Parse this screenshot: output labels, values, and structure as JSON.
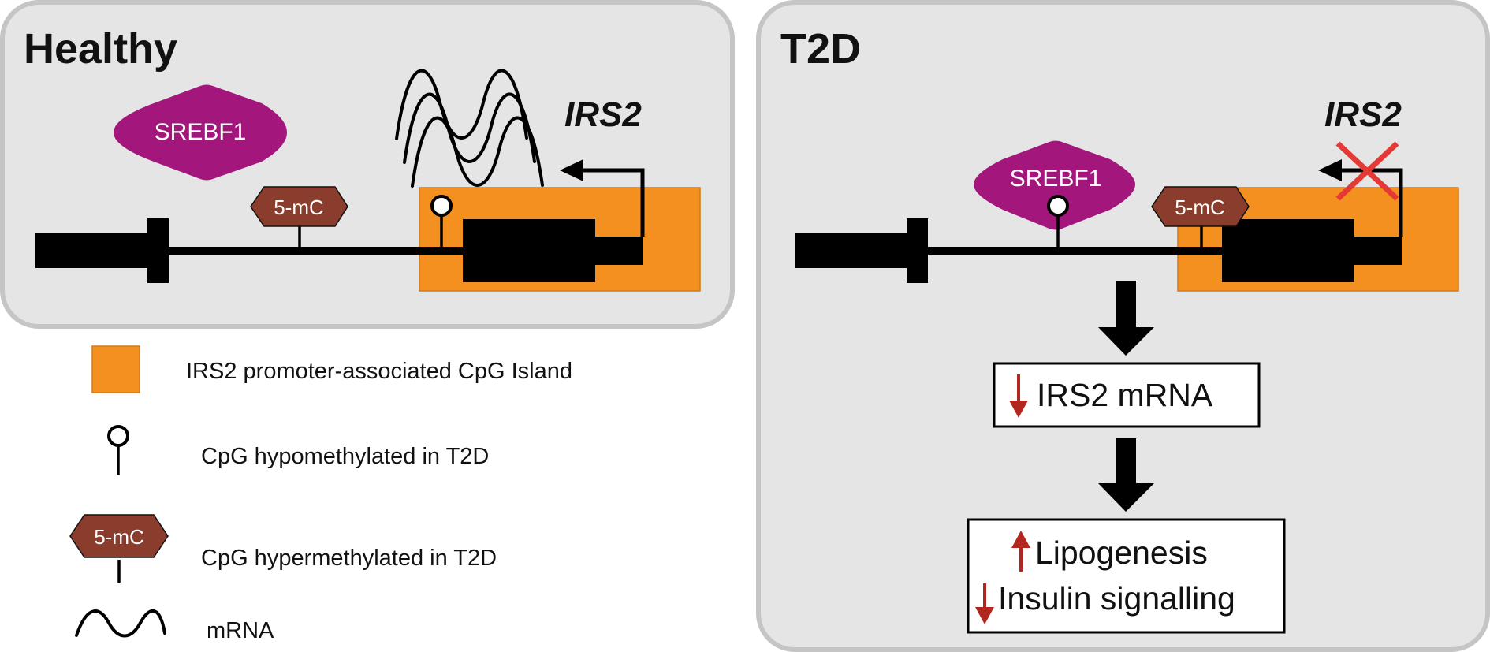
{
  "panels": {
    "healthy": {
      "title": "Healthy",
      "gene": "IRS2",
      "protein": "SREBF1",
      "methyl_mark": "5-mC"
    },
    "t2d": {
      "title": "T2D",
      "gene": "IRS2",
      "protein": "SREBF1",
      "methyl_mark": "5-mC"
    }
  },
  "outcomes": {
    "mrna_box": "IRS2 mRNA",
    "effect_lipogenesis": "Lipogenesis",
    "effect_insulin": "Insulin signalling"
  },
  "legend": {
    "cpg_island": "IRS2 promoter-associated CpG Island",
    "hypomethylated": "CpG hypomethylated in T2D",
    "hypermethylated": "CpG hypermethylated in T2D",
    "hypermethylated_symbol": "5-mC",
    "mrna": "mRNA"
  },
  "colors": {
    "panel_fill": "#e6e5e6",
    "panel_border": "#c6c5c6",
    "cpg_island": "#f39020",
    "srebf1": "#a3177d",
    "methyl_mark": "#8a3d2c",
    "down_arrow": "#b3261e",
    "block_x": "#e53935"
  },
  "icons": {
    "arrow_down": "down-arrow-icon",
    "arrow_up": "up-arrow-icon",
    "block": "x-mark-icon",
    "transcription_start": "transcription-arrow-icon"
  }
}
